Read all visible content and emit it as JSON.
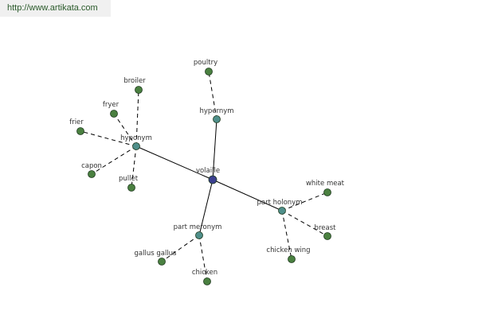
{
  "header": {
    "url": "http://www.artikata.com"
  },
  "graph": {
    "nodes": [
      {
        "id": "volaille",
        "label": "volaille",
        "kind": "center",
        "color": "#3b3f8f"
      },
      {
        "id": "hyponym",
        "label": "hyponym",
        "kind": "relation",
        "color": "#4f8f8a"
      },
      {
        "id": "hypernym",
        "label": "hypernym",
        "kind": "relation",
        "color": "#4f8f8a"
      },
      {
        "id": "part-holonym",
        "label": "part holonym",
        "kind": "relation",
        "color": "#4f8f8a"
      },
      {
        "id": "part-meronym",
        "label": "part meronym",
        "kind": "relation",
        "color": "#4f8f8a"
      },
      {
        "id": "broiler",
        "label": "broiler",
        "kind": "term",
        "color": "#4a8040"
      },
      {
        "id": "fryer",
        "label": "fryer",
        "kind": "term",
        "color": "#4a8040"
      },
      {
        "id": "frier",
        "label": "frier",
        "kind": "term",
        "color": "#4a8040"
      },
      {
        "id": "capon",
        "label": "capon",
        "kind": "term",
        "color": "#4a8040"
      },
      {
        "id": "pullet",
        "label": "pullet",
        "kind": "term",
        "color": "#4a8040"
      },
      {
        "id": "poultry",
        "label": "poultry",
        "kind": "term",
        "color": "#4a8040"
      },
      {
        "id": "white-meat",
        "label": "white meat",
        "kind": "term",
        "color": "#4a8040"
      },
      {
        "id": "breast",
        "label": "breast",
        "kind": "term",
        "color": "#4a8040"
      },
      {
        "id": "chicken-wing",
        "label": "chicken wing",
        "kind": "term",
        "color": "#4a8040"
      },
      {
        "id": "gallus-gallus",
        "label": "gallus gallus",
        "kind": "term",
        "color": "#4a8040"
      },
      {
        "id": "chicken",
        "label": "chicken",
        "kind": "term",
        "color": "#4a8040"
      }
    ],
    "edges": [
      {
        "from": "volaille",
        "to": "hyponym",
        "style": "solid"
      },
      {
        "from": "volaille",
        "to": "hypernym",
        "style": "solid"
      },
      {
        "from": "volaille",
        "to": "part-holonym",
        "style": "solid"
      },
      {
        "from": "volaille",
        "to": "part-meronym",
        "style": "solid"
      },
      {
        "from": "hyponym",
        "to": "broiler",
        "style": "dashed"
      },
      {
        "from": "hyponym",
        "to": "fryer",
        "style": "dashed"
      },
      {
        "from": "hyponym",
        "to": "frier",
        "style": "dashed"
      },
      {
        "from": "hyponym",
        "to": "capon",
        "style": "dashed"
      },
      {
        "from": "hyponym",
        "to": "pullet",
        "style": "dashed"
      },
      {
        "from": "hypernym",
        "to": "poultry",
        "style": "dashed"
      },
      {
        "from": "part-holonym",
        "to": "white-meat",
        "style": "dashed"
      },
      {
        "from": "part-holonym",
        "to": "breast",
        "style": "dashed"
      },
      {
        "from": "part-holonym",
        "to": "chicken-wing",
        "style": "dashed"
      },
      {
        "from": "part-meronym",
        "to": "gallus-gallus",
        "style": "dashed"
      },
      {
        "from": "part-meronym",
        "to": "chicken",
        "style": "dashed"
      }
    ]
  }
}
